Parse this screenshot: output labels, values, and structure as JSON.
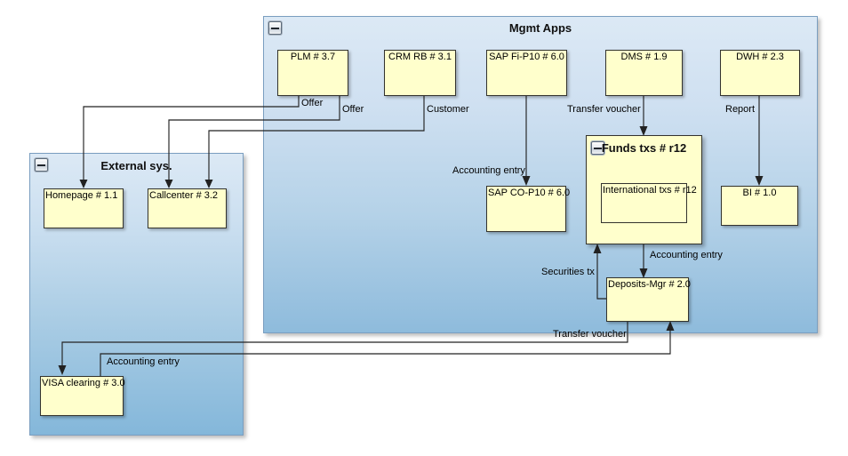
{
  "diagram": {
    "type": "application-landscape",
    "background": "#ffffff",
    "node_fill": "#ffffcc",
    "node_border": "#33332e",
    "group_border": "#7a9ec0",
    "connector_color": "#222222"
  },
  "groups": [
    {
      "id": "mgmt-apps",
      "title": "Mgmt Apps",
      "collapse_icon": "minus-icon",
      "collapsed": false
    },
    {
      "id": "external-sys",
      "title": "External sys.",
      "collapse_icon": "minus-icon",
      "collapsed": false
    },
    {
      "id": "funds-txs",
      "title": "Funds txs # r12",
      "collapse_icon": "minus-icon",
      "collapsed": false
    }
  ],
  "nodes": [
    {
      "id": "plm",
      "label": "PLM # 3.7"
    },
    {
      "id": "crm-rb",
      "label": "CRM RB # 3.1"
    },
    {
      "id": "sap-fi-p10",
      "label": "SAP Fi-P10 # 6.0"
    },
    {
      "id": "dms",
      "label": "DMS # 1.9"
    },
    {
      "id": "dwh",
      "label": "DWH # 2.3"
    },
    {
      "id": "sap-co-p10",
      "label": "SAP CO-P10 # 6.0"
    },
    {
      "id": "bi",
      "label": "BI # 1.0"
    },
    {
      "id": "international-txs",
      "label": "International txs # r12"
    },
    {
      "id": "deposits-mgr",
      "label": "Deposits-Mgr # 2.0"
    },
    {
      "id": "homepage",
      "label": "Homepage # 1.1"
    },
    {
      "id": "callcenter",
      "label": "Callcenter # 3.2"
    },
    {
      "id": "visa-clearing",
      "label": "VISA clearing # 3.0"
    }
  ],
  "edges": [
    {
      "id": "plm-homepage",
      "label": "Offer",
      "from": "plm",
      "to": "homepage"
    },
    {
      "id": "plm-callcenter",
      "label": "Offer",
      "from": "plm",
      "to": "callcenter"
    },
    {
      "id": "crm-callcenter",
      "label": "Customer",
      "from": "crm-rb",
      "to": "callcenter"
    },
    {
      "id": "sapfi-sapco",
      "label": "Accounting entry",
      "from": "sap-fi-p10",
      "to": "sap-co-p10"
    },
    {
      "id": "dms-funds",
      "label": "Transfer voucher",
      "from": "dms",
      "to": "funds-txs"
    },
    {
      "id": "dwh-bi",
      "label": "Report",
      "from": "dwh",
      "to": "bi"
    },
    {
      "id": "funds-deposits",
      "label": "Accounting entry",
      "from": "funds-txs",
      "to": "deposits-mgr"
    },
    {
      "id": "deposits-funds",
      "label": "Securities tx",
      "from": "deposits-mgr",
      "to": "funds-txs"
    },
    {
      "id": "deposits-visa",
      "label": "Transfer voucher",
      "from": "deposits-mgr",
      "to": "visa-clearing"
    },
    {
      "id": "visa-deposits",
      "label": "Accounting entry",
      "from": "visa-clearing",
      "to": "deposits-mgr"
    }
  ]
}
